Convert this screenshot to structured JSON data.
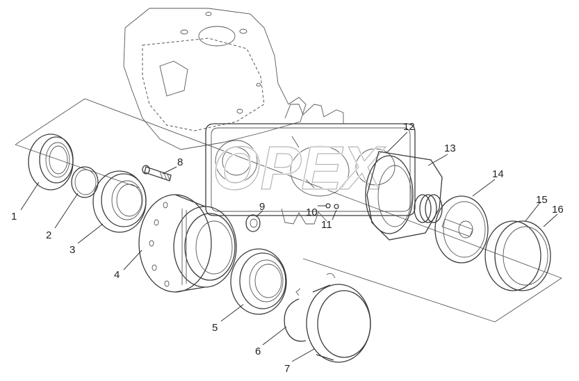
{
  "diagram": {
    "watermark": "OPEX",
    "callouts": [
      {
        "id": "1",
        "label": "1"
      },
      {
        "id": "2",
        "label": "2"
      },
      {
        "id": "3",
        "label": "3"
      },
      {
        "id": "4",
        "label": "4"
      },
      {
        "id": "5",
        "label": "5"
      },
      {
        "id": "6",
        "label": "6"
      },
      {
        "id": "7",
        "label": "7"
      },
      {
        "id": "8",
        "label": "8"
      },
      {
        "id": "9",
        "label": "9"
      },
      {
        "id": "10",
        "label": "10"
      },
      {
        "id": "11",
        "label": "11"
      },
      {
        "id": "12",
        "label": "12"
      },
      {
        "id": "13",
        "label": "13"
      },
      {
        "id": "14",
        "label": "14"
      },
      {
        "id": "15",
        "label": "15"
      },
      {
        "id": "16",
        "label": "16"
      }
    ]
  }
}
